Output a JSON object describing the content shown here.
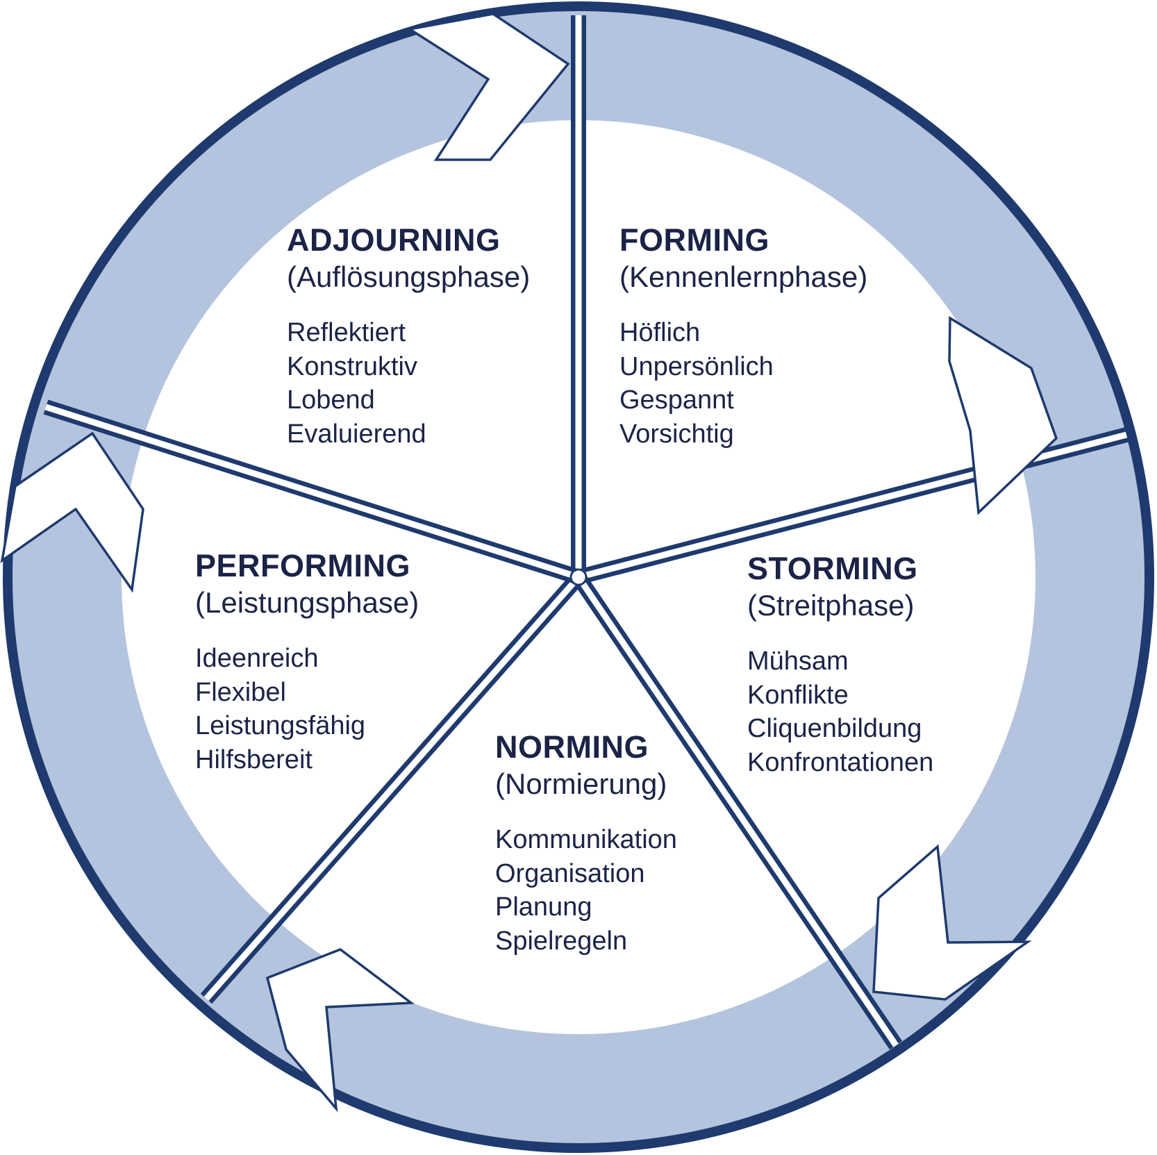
{
  "colors": {
    "ring_fill": "#b4c4de",
    "outline": "#1e3a6e",
    "text": "#1b2347",
    "background": "#ffffff"
  },
  "phases": {
    "adjourning": {
      "title": "ADJOURNING",
      "subtitle": "(Auflösungsphase)",
      "items": [
        "Reflektiert",
        "Konstruktiv",
        "Lobend",
        "Evaluierend"
      ]
    },
    "forming": {
      "title": "FORMING",
      "subtitle": "(Kennenlernphase)",
      "items": [
        "Höflich",
        "Unpersönlich",
        "Gespannt",
        "Vorsichtig"
      ]
    },
    "storming": {
      "title": "STORMING",
      "subtitle": "(Streitphase)",
      "items": [
        "Mühsam",
        "Konflikte",
        "Cliquenbildung",
        "Konfrontationen"
      ]
    },
    "norming": {
      "title": "NORMING",
      "subtitle": "(Normierung)",
      "items": [
        "Kommunikation",
        "Organisation",
        "Planung",
        "Spielregeln"
      ]
    },
    "performing": {
      "title": "PERFORMING",
      "subtitle": "(Leistungsphase)",
      "items": [
        "Ideenreich",
        "Flexibel",
        "Leistungsfähig",
        "Hilfsbereit"
      ]
    }
  }
}
